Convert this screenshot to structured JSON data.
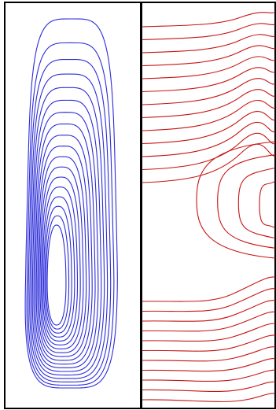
{
  "chart_data": {
    "type": "contour",
    "panels": [
      {
        "id": "left",
        "line_color": "#2b2bd9",
        "shape": "nested closed loops",
        "loop_count": 18
      },
      {
        "id": "right",
        "line_color": "#c81414",
        "shape": "open curves with saddle region",
        "top_curve_count": 13,
        "bottom_curve_count": 11,
        "side_loop_count": 4
      }
    ],
    "border_color": "#000000",
    "background": "#ffffff"
  }
}
